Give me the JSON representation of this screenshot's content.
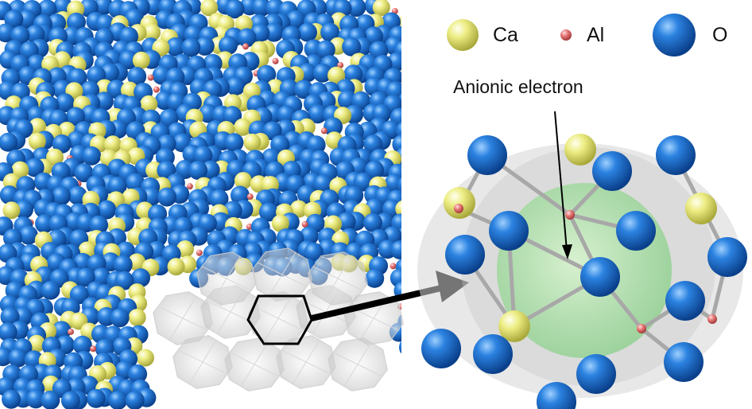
{
  "legend": [
    {
      "element": "Ca",
      "color": "#eaea7a"
    },
    {
      "element": "Al",
      "color": "#e87878"
    },
    {
      "element": "O",
      "color": "#1a6fd0"
    }
  ],
  "annotation": {
    "label": "Anionic electron",
    "color": "#9ed69e"
  },
  "colors": {
    "ca": "#eaea7a",
    "al": "#e87878",
    "o": "#1a6fd0",
    "cage": "#cccccc",
    "arrow": "#000000"
  }
}
